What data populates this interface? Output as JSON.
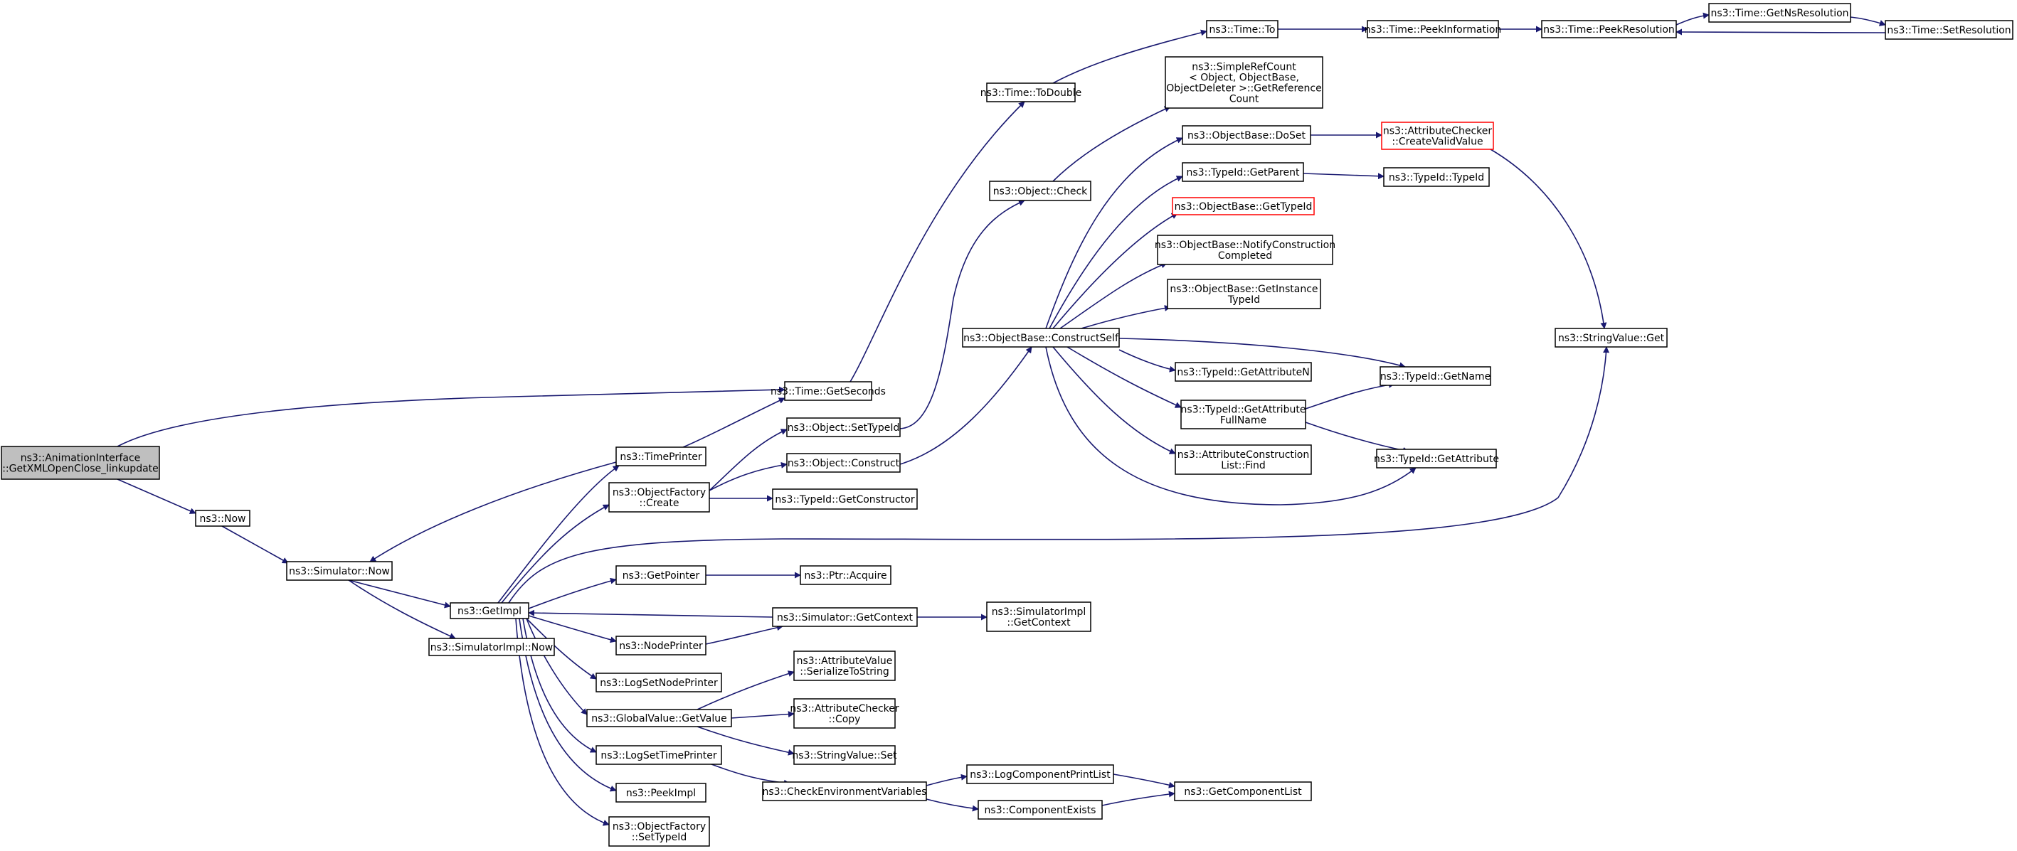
{
  "graph": {
    "colors": {
      "edge": "#191970",
      "node_border": "#000000",
      "node_fill": "#ffffff",
      "root_fill": "#bfbfbf",
      "truncated_border": "#ff0000"
    },
    "nodes": [
      {
        "id": "root",
        "lines": [
          "ns3::AnimationInterface",
          "::GetXMLOpenClose_linkupdate"
        ],
        "style": "root"
      },
      {
        "id": "now",
        "lines": [
          "ns3::Now"
        ]
      },
      {
        "id": "simnow",
        "lines": [
          "ns3::Simulator::Now"
        ]
      },
      {
        "id": "simimplnow",
        "lines": [
          "ns3::SimulatorImpl::Now"
        ]
      },
      {
        "id": "getimpl",
        "lines": [
          "ns3::GetImpl"
        ]
      },
      {
        "id": "timeprinter",
        "lines": [
          "ns3::TimePrinter"
        ]
      },
      {
        "id": "getseconds",
        "lines": [
          "ns3::Time::GetSeconds"
        ]
      },
      {
        "id": "todouble",
        "lines": [
          "ns3::Time::ToDouble"
        ]
      },
      {
        "id": "to",
        "lines": [
          "ns3::Time::To"
        ]
      },
      {
        "id": "peekinfo",
        "lines": [
          "ns3::Time::PeekInformation"
        ]
      },
      {
        "id": "peekres",
        "lines": [
          "ns3::Time::PeekResolution"
        ]
      },
      {
        "id": "getnsres",
        "lines": [
          "ns3::Time::GetNsResolution"
        ]
      },
      {
        "id": "setres",
        "lines": [
          "ns3::Time::SetResolution"
        ]
      },
      {
        "id": "objcheck",
        "lines": [
          "ns3::Object::Check"
        ]
      },
      {
        "id": "simplerefcount",
        "lines": [
          "ns3::SimpleRefCount",
          "< Object, ObjectBase,",
          "ObjectDeleter >::GetReference",
          "Count"
        ]
      },
      {
        "id": "objsettypeid",
        "lines": [
          "ns3::Object::SetTypeId"
        ]
      },
      {
        "id": "objfactcreate",
        "lines": [
          "ns3::ObjectFactory",
          "::Create"
        ]
      },
      {
        "id": "objconstruct",
        "lines": [
          "ns3::Object::Construct"
        ]
      },
      {
        "id": "getconstructor",
        "lines": [
          "ns3::TypeId::GetConstructor"
        ]
      },
      {
        "id": "constructself",
        "lines": [
          "ns3::ObjectBase::ConstructSelf"
        ]
      },
      {
        "id": "doset",
        "lines": [
          "ns3::ObjectBase::DoSet"
        ]
      },
      {
        "id": "createvalid",
        "lines": [
          "ns3::AttributeChecker",
          "::CreateValidValue"
        ],
        "style": "red"
      },
      {
        "id": "getparent",
        "lines": [
          "ns3::TypeId::GetParent"
        ]
      },
      {
        "id": "typeidtypeid",
        "lines": [
          "ns3::TypeId::TypeId"
        ]
      },
      {
        "id": "objbasegettypeid",
        "lines": [
          "ns3::ObjectBase::GetTypeId"
        ],
        "style": "red"
      },
      {
        "id": "notifyconstruction",
        "lines": [
          "ns3::ObjectBase::NotifyConstruction",
          "Completed"
        ]
      },
      {
        "id": "getinstancetypeid",
        "lines": [
          "ns3::ObjectBase::GetInstance",
          "TypeId"
        ]
      },
      {
        "id": "getattributen",
        "lines": [
          "ns3::TypeId::GetAttributeN"
        ]
      },
      {
        "id": "getname",
        "lines": [
          "ns3::TypeId::GetName"
        ]
      },
      {
        "id": "getattrfullname",
        "lines": [
          "ns3::TypeId::GetAttribute",
          "FullName"
        ]
      },
      {
        "id": "attrconstructlistfind",
        "lines": [
          "ns3::AttributeConstruction",
          "List::Find"
        ]
      },
      {
        "id": "getattribute",
        "lines": [
          "ns3::TypeId::GetAttribute"
        ]
      },
      {
        "id": "stringvalueget",
        "lines": [
          "ns3::StringValue::Get"
        ]
      },
      {
        "id": "getpointer",
        "lines": [
          "ns3::GetPointer"
        ]
      },
      {
        "id": "ptracquire",
        "lines": [
          "ns3::Ptr::Acquire"
        ]
      },
      {
        "id": "simgetcontext",
        "lines": [
          "ns3::Simulator::GetContext"
        ]
      },
      {
        "id": "simimplgetcontext",
        "lines": [
          "ns3::SimulatorImpl",
          "::GetContext"
        ]
      },
      {
        "id": "nodeprinter",
        "lines": [
          "ns3::NodePrinter"
        ]
      },
      {
        "id": "logsetnodeprinter",
        "lines": [
          "ns3::LogSetNodePrinter"
        ]
      },
      {
        "id": "globalvalueget",
        "lines": [
          "ns3::GlobalValue::GetValue"
        ]
      },
      {
        "id": "serializetostring",
        "lines": [
          "ns3::AttributeValue",
          "::SerializeToString"
        ]
      },
      {
        "id": "attrcheckercopy",
        "lines": [
          "ns3::AttributeChecker",
          "::Copy"
        ]
      },
      {
        "id": "stringvalueset",
        "lines": [
          "ns3::StringValue::Set"
        ]
      },
      {
        "id": "logsettimeprinter",
        "lines": [
          "ns3::LogSetTimePrinter"
        ]
      },
      {
        "id": "checkenv",
        "lines": [
          "ns3::CheckEnvironmentVariables"
        ]
      },
      {
        "id": "logcompprintlist",
        "lines": [
          "ns3::LogComponentPrintList"
        ]
      },
      {
        "id": "componentexists",
        "lines": [
          "ns3::ComponentExists"
        ]
      },
      {
        "id": "getcomponentlist",
        "lines": [
          "ns3::GetComponentList"
        ]
      },
      {
        "id": "peekimpl",
        "lines": [
          "ns3::PeekImpl"
        ]
      },
      {
        "id": "objfactsettypeid",
        "lines": [
          "ns3::ObjectFactory",
          "::SetTypeId"
        ]
      }
    ],
    "edges": [
      [
        "root",
        "getseconds"
      ],
      [
        "root",
        "now"
      ],
      [
        "now",
        "simnow"
      ],
      [
        "timeprinter",
        "simnow"
      ],
      [
        "simnow",
        "getimpl"
      ],
      [
        "simnow",
        "simimplnow"
      ],
      [
        "timeprinter",
        "getseconds"
      ],
      [
        "getseconds",
        "todouble"
      ],
      [
        "todouble",
        "to"
      ],
      [
        "to",
        "peekinfo"
      ],
      [
        "peekinfo",
        "peekres"
      ],
      [
        "peekres",
        "getnsres"
      ],
      [
        "getnsres",
        "setres"
      ],
      [
        "setres",
        "peekres"
      ],
      [
        "objcheck",
        "simplerefcount"
      ],
      [
        "objsettypeid",
        "objcheck"
      ],
      [
        "objfactcreate",
        "objsettypeid"
      ],
      [
        "objfactcreate",
        "objconstruct"
      ],
      [
        "objfactcreate",
        "getconstructor"
      ],
      [
        "objconstruct",
        "constructself"
      ],
      [
        "constructself",
        "doset"
      ],
      [
        "doset",
        "createvalid"
      ],
      [
        "createvalid",
        "stringvalueget"
      ],
      [
        "constructself",
        "getparent"
      ],
      [
        "getparent",
        "typeidtypeid"
      ],
      [
        "constructself",
        "objbasegettypeid"
      ],
      [
        "constructself",
        "notifyconstruction"
      ],
      [
        "constructself",
        "getinstancetypeid"
      ],
      [
        "constructself",
        "getattributen"
      ],
      [
        "constructself",
        "getname"
      ],
      [
        "constructself",
        "getattrfullname"
      ],
      [
        "constructself",
        "attrconstructlistfind"
      ],
      [
        "constructself",
        "getattribute"
      ],
      [
        "getattrfullname",
        "getname"
      ],
      [
        "getattrfullname",
        "getattribute"
      ],
      [
        "getimpl",
        "timeprinter"
      ],
      [
        "getimpl",
        "objfactcreate"
      ],
      [
        "getimpl",
        "stringvalueget"
      ],
      [
        "getimpl",
        "getpointer"
      ],
      [
        "getpointer",
        "ptracquire"
      ],
      [
        "simgetcontext",
        "getimpl"
      ],
      [
        "simgetcontext",
        "simimplgetcontext"
      ],
      [
        "getimpl",
        "nodeprinter"
      ],
      [
        "nodeprinter",
        "simgetcontext"
      ],
      [
        "getimpl",
        "logsetnodeprinter"
      ],
      [
        "getimpl",
        "globalvalueget"
      ],
      [
        "globalvalueget",
        "serializetostring"
      ],
      [
        "globalvalueget",
        "attrcheckercopy"
      ],
      [
        "globalvalueget",
        "stringvalueset"
      ],
      [
        "getimpl",
        "logsettimeprinter"
      ],
      [
        "logsettimeprinter",
        "checkenv"
      ],
      [
        "checkenv",
        "logcompprintlist"
      ],
      [
        "checkenv",
        "componentexists"
      ],
      [
        "logcompprintlist",
        "getcomponentlist"
      ],
      [
        "componentexists",
        "getcomponentlist"
      ],
      [
        "getimpl",
        "peekimpl"
      ],
      [
        "getimpl",
        "objfactsettypeid"
      ]
    ]
  }
}
